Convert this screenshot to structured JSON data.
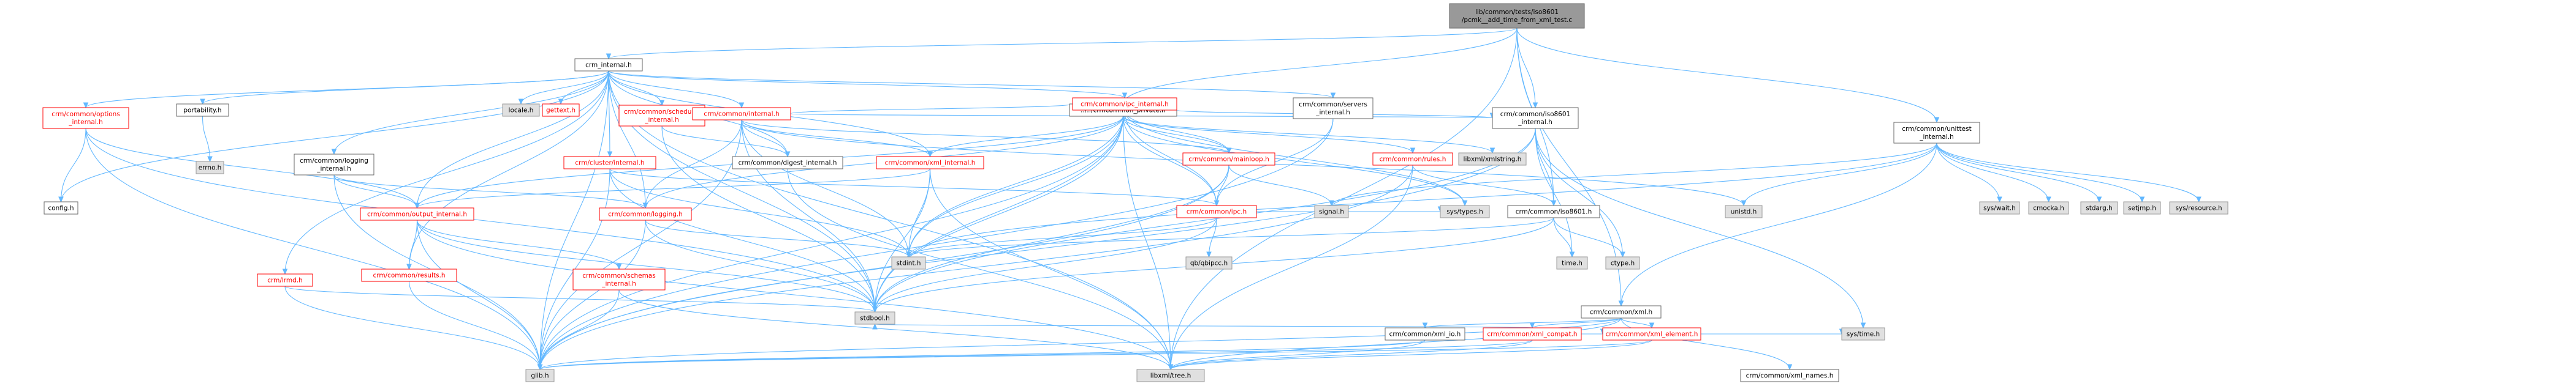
{
  "colors": {
    "root_fill": "#999999",
    "root_stroke": "#666666",
    "normal_fill": "#ffffff",
    "normal_stroke": "#666666",
    "linked_stroke": "#ff0000",
    "linked_text": "#ff0000",
    "system_fill": "#e0e0e0",
    "system_stroke": "#999999",
    "edge": "#63b8ff",
    "text": "#000000"
  },
  "nodes": [
    {
      "id": "root",
      "lines": [
        "lib/common/tests/iso8601",
        "/pcmk__add_time_from_xml_test.c"
      ],
      "kind": "root"
    },
    {
      "id": "crm_internal",
      "lines": [
        "crm_internal.h"
      ],
      "kind": "normal"
    },
    {
      "id": "crmcommon_private",
      "lines": [
        "../../crmcommon_private.h"
      ],
      "kind": "normal"
    },
    {
      "id": "iso8601_internal",
      "lines": [
        "crm/common/iso8601",
        "_internal.h"
      ],
      "kind": "normal"
    },
    {
      "id": "unittest_internal",
      "lines": [
        "crm/common/unittest",
        "_internal.h"
      ],
      "kind": "normal"
    },
    {
      "id": "portability",
      "lines": [
        "portability.h"
      ],
      "kind": "normal"
    },
    {
      "id": "errno",
      "lines": [
        "errno.h"
      ],
      "kind": "system"
    },
    {
      "id": "options_internal",
      "lines": [
        "crm/common/options",
        "_internal.h"
      ],
      "kind": "linked"
    },
    {
      "id": "config",
      "lines": [
        "config.h"
      ],
      "kind": "normal"
    },
    {
      "id": "logging_internal",
      "lines": [
        "crm/common/logging",
        "_internal.h"
      ],
      "kind": "normal"
    },
    {
      "id": "locale",
      "lines": [
        "locale.h"
      ],
      "kind": "system"
    },
    {
      "id": "gettext",
      "lines": [
        "gettext.h"
      ],
      "kind": "linked"
    },
    {
      "id": "scheduler_internal",
      "lines": [
        "crm/common/scheduler",
        "_internal.h"
      ],
      "kind": "linked"
    },
    {
      "id": "common_internal",
      "lines": [
        "crm/common/internal.h"
      ],
      "kind": "linked"
    },
    {
      "id": "ipc_internal",
      "lines": [
        "crm/common/ipc_internal.h"
      ],
      "kind": "linked"
    },
    {
      "id": "servers_internal",
      "lines": [
        "crm/common/servers",
        "_internal.h"
      ],
      "kind": "normal"
    },
    {
      "id": "cluster_internal",
      "lines": [
        "crm/cluster/internal.h"
      ],
      "kind": "linked"
    },
    {
      "id": "digest_internal",
      "lines": [
        "crm/common/digest_internal.h"
      ],
      "kind": "normal"
    },
    {
      "id": "xml_internal",
      "lines": [
        "crm/common/xml_internal.h"
      ],
      "kind": "linked"
    },
    {
      "id": "mainloop",
      "lines": [
        "crm/common/mainloop.h"
      ],
      "kind": "linked"
    },
    {
      "id": "rules",
      "lines": [
        "crm/common/rules.h"
      ],
      "kind": "linked"
    },
    {
      "id": "libxml_xmlstring",
      "lines": [
        "libxml/xmlstring.h"
      ],
      "kind": "system"
    },
    {
      "id": "output_internal",
      "lines": [
        "crm/common/output_internal.h"
      ],
      "kind": "linked"
    },
    {
      "id": "logging",
      "lines": [
        "crm/common/logging.h"
      ],
      "kind": "linked"
    },
    {
      "id": "ipc",
      "lines": [
        "crm/common/ipc.h"
      ],
      "kind": "linked"
    },
    {
      "id": "signal",
      "lines": [
        "signal.h"
      ],
      "kind": "system"
    },
    {
      "id": "sys_types",
      "lines": [
        "sys/types.h"
      ],
      "kind": "system"
    },
    {
      "id": "iso8601",
      "lines": [
        "crm/common/iso8601.h"
      ],
      "kind": "normal"
    },
    {
      "id": "unistd",
      "lines": [
        "unistd.h"
      ],
      "kind": "system"
    },
    {
      "id": "sys_wait",
      "lines": [
        "sys/wait.h"
      ],
      "kind": "system"
    },
    {
      "id": "cmocka",
      "lines": [
        "cmocka.h"
      ],
      "kind": "system"
    },
    {
      "id": "stdarg",
      "lines": [
        "stdarg.h"
      ],
      "kind": "system"
    },
    {
      "id": "setjmp",
      "lines": [
        "setjmp.h"
      ],
      "kind": "system"
    },
    {
      "id": "sys_resource",
      "lines": [
        "sys/resource.h"
      ],
      "kind": "system"
    },
    {
      "id": "lrmd",
      "lines": [
        "crm/lrmd.h"
      ],
      "kind": "linked"
    },
    {
      "id": "results",
      "lines": [
        "crm/common/results.h"
      ],
      "kind": "linked"
    },
    {
      "id": "schemas_internal",
      "lines": [
        "crm/common/schemas",
        "_internal.h"
      ],
      "kind": "linked"
    },
    {
      "id": "stdint",
      "lines": [
        "stdint.h"
      ],
      "kind": "system"
    },
    {
      "id": "qb_ipcc",
      "lines": [
        "qb/qbipcc.h"
      ],
      "kind": "system"
    },
    {
      "id": "time",
      "lines": [
        "time.h"
      ],
      "kind": "system"
    },
    {
      "id": "ctype",
      "lines": [
        "ctype.h"
      ],
      "kind": "system"
    },
    {
      "id": "xml",
      "lines": [
        "crm/common/xml.h"
      ],
      "kind": "normal"
    },
    {
      "id": "stdbool",
      "lines": [
        "stdbool.h"
      ],
      "kind": "system"
    },
    {
      "id": "xml_io",
      "lines": [
        "crm/common/xml_io.h"
      ],
      "kind": "normal"
    },
    {
      "id": "xml_compat",
      "lines": [
        "crm/common/xml_compat.h"
      ],
      "kind": "linked"
    },
    {
      "id": "xml_element",
      "lines": [
        "crm/common/xml_element.h"
      ],
      "kind": "linked"
    },
    {
      "id": "glib",
      "lines": [
        "glib.h"
      ],
      "kind": "system"
    },
    {
      "id": "libxml_tree",
      "lines": [
        "libxml/tree.h"
      ],
      "kind": "system"
    },
    {
      "id": "xml_names",
      "lines": [
        "crm/common/xml_names.h"
      ],
      "kind": "normal"
    },
    {
      "id": "sys_time",
      "lines": [
        "sys/time.h"
      ],
      "kind": "system"
    }
  ],
  "edges": [
    [
      "root",
      "crm_internal"
    ],
    [
      "root",
      "crmcommon_private"
    ],
    [
      "root",
      "iso8601_internal"
    ],
    [
      "root",
      "unittest_internal"
    ],
    [
      "root",
      "libxml_tree"
    ],
    [
      "root",
      "xml"
    ],
    [
      "root",
      "iso8601"
    ],
    [
      "crm_internal",
      "config"
    ],
    [
      "crm_internal",
      "glib"
    ],
    [
      "crm_internal",
      "stdbool"
    ],
    [
      "crm_internal",
      "libxml_tree"
    ],
    [
      "crm_internal",
      "portability"
    ],
    [
      "crm_internal",
      "options_internal"
    ],
    [
      "crm_internal",
      "logging_internal"
    ],
    [
      "crm_internal",
      "locale"
    ],
    [
      "crm_internal",
      "gettext"
    ],
    [
      "crm_internal",
      "scheduler_internal"
    ],
    [
      "crm_internal",
      "common_internal"
    ],
    [
      "crm_internal",
      "ipc_internal"
    ],
    [
      "crm_internal",
      "servers_internal"
    ],
    [
      "crm_internal",
      "cluster_internal"
    ],
    [
      "crm_internal",
      "digest_internal"
    ],
    [
      "crm_internal",
      "xml_internal"
    ],
    [
      "crm_internal",
      "output_internal"
    ],
    [
      "crm_internal",
      "logging"
    ],
    [
      "crm_internal",
      "lrmd"
    ],
    [
      "crm_internal",
      "results"
    ],
    [
      "portability",
      "errno"
    ],
    [
      "options_internal",
      "config"
    ],
    [
      "options_internal",
      "glib"
    ],
    [
      "options_internal",
      "output_internal"
    ],
    [
      "options_internal",
      "stdbool"
    ],
    [
      "logging_internal",
      "glib"
    ],
    [
      "logging_internal",
      "logging"
    ],
    [
      "logging_internal",
      "output_internal"
    ],
    [
      "scheduler_internal",
      "digest_internal"
    ],
    [
      "scheduler_internal",
      "stdbool"
    ],
    [
      "common_internal",
      "unistd"
    ],
    [
      "common_internal",
      "glib"
    ],
    [
      "common_internal",
      "stdbool"
    ],
    [
      "common_internal",
      "stdint"
    ],
    [
      "common_internal",
      "mainloop"
    ],
    [
      "common_internal",
      "logging"
    ],
    [
      "common_internal",
      "ipc_internal"
    ],
    [
      "common_internal",
      "iso8601_internal"
    ],
    [
      "common_internal",
      "xml_internal"
    ],
    [
      "common_internal",
      "digest_internal"
    ],
    [
      "ipc_internal",
      "stdbool"
    ],
    [
      "ipc_internal",
      "stdint"
    ],
    [
      "ipc_internal",
      "sys_types"
    ],
    [
      "ipc_internal",
      "ipc"
    ],
    [
      "ipc_internal",
      "mainloop"
    ],
    [
      "servers_internal",
      "glib"
    ],
    [
      "servers_internal",
      "ipc"
    ],
    [
      "cluster_internal",
      "stdbool"
    ],
    [
      "cluster_internal",
      "stdint"
    ],
    [
      "cluster_internal",
      "glib"
    ],
    [
      "cluster_internal",
      "ipc"
    ],
    [
      "digest_internal",
      "libxml_tree"
    ],
    [
      "xml_internal",
      "stdio"
    ],
    [
      "xml_internal",
      "stdint"
    ],
    [
      "xml_internal",
      "output_internal"
    ],
    [
      "xml_internal",
      "libxml_tree"
    ],
    [
      "xml_internal",
      "stdbool"
    ],
    [
      "mainloop",
      "signal"
    ],
    [
      "mainloop",
      "ipc"
    ],
    [
      "mainloop",
      "glib"
    ],
    [
      "mainloop",
      "stdbool"
    ],
    [
      "rules",
      "glib"
    ],
    [
      "rules",
      "libxml_tree"
    ],
    [
      "rules",
      "iso8601"
    ],
    [
      "output_internal",
      "stdio"
    ],
    [
      "output_internal",
      "glib"
    ],
    [
      "output_internal",
      "libxml_tree"
    ],
    [
      "output_internal",
      "results"
    ],
    [
      "output_internal",
      "schemas_internal"
    ],
    [
      "output_internal",
      "stdbool"
    ],
    [
      "logging",
      "glib"
    ],
    [
      "logging",
      "stdint"
    ],
    [
      "logging",
      "stdio"
    ],
    [
      "logging",
      "stdbool"
    ],
    [
      "ipc",
      "sys_types"
    ],
    [
      "ipc",
      "qb_ipcc"
    ],
    [
      "ipc",
      "stdint"
    ],
    [
      "ipc",
      "stdbool"
    ],
    [
      "iso8601",
      "time"
    ],
    [
      "iso8601",
      "ctype"
    ],
    [
      "iso8601",
      "stdint"
    ],
    [
      "iso8601",
      "stdbool"
    ],
    [
      "crmcommon_private",
      "stdint"
    ],
    [
      "crmcommon_private",
      "stdbool"
    ],
    [
      "crmcommon_private",
      "glib"
    ],
    [
      "crmcommon_private",
      "libxml_tree"
    ],
    [
      "crmcommon_private",
      "libxml_xmlstring"
    ],
    [
      "crmcommon_private",
      "mainloop"
    ],
    [
      "crmcommon_private",
      "ipc"
    ],
    [
      "crmcommon_private",
      "rules"
    ],
    [
      "crmcommon_private",
      "iso8601_internal"
    ],
    [
      "crmcommon_private",
      "xml_internal"
    ],
    [
      "crmcommon_private",
      "output_internal"
    ],
    [
      "crmcommon_private",
      "logging"
    ],
    [
      "crmcommon_private",
      "sys_types"
    ],
    [
      "iso8601_internal",
      "time"
    ],
    [
      "iso8601_internal",
      "sys_time"
    ],
    [
      "iso8601_internal",
      "ctype"
    ],
    [
      "iso8601_internal",
      "glib"
    ],
    [
      "iso8601_internal",
      "stdbool"
    ],
    [
      "iso8601_internal",
      "iso8601"
    ],
    [
      "unittest_internal",
      "signal"
    ],
    [
      "unittest_internal",
      "stdint"
    ],
    [
      "unittest_internal",
      "stdarg"
    ],
    [
      "unittest_internal",
      "setjmp"
    ],
    [
      "unittest_internal",
      "sys_resource"
    ],
    [
      "unittest_internal",
      "sys_wait"
    ],
    [
      "unittest_internal",
      "unistd"
    ],
    [
      "unittest_internal",
      "cmocka"
    ],
    [
      "unittest_internal",
      "xml"
    ],
    [
      "lrmd",
      "glib"
    ],
    [
      "lrmd",
      "stdbool"
    ],
    [
      "results",
      "glib"
    ],
    [
      "schemas_internal",
      "glib"
    ],
    [
      "schemas_internal",
      "libxml_tree"
    ],
    [
      "xml",
      "stdio"
    ],
    [
      "xml",
      "glib"
    ],
    [
      "xml",
      "libxml_tree"
    ],
    [
      "xml",
      "xml_io"
    ],
    [
      "xml",
      "xml_compat"
    ],
    [
      "xml",
      "xml_element"
    ],
    [
      "xml",
      "xml_names"
    ],
    [
      "xml_io",
      "glib"
    ],
    [
      "xml_io",
      "libxml_tree"
    ],
    [
      "xml_compat",
      "glib"
    ],
    [
      "xml_compat",
      "libxml_tree"
    ],
    [
      "xml_compat",
      "xml_element"
    ],
    [
      "xml_compat",
      "stdbool"
    ],
    [
      "xml_element",
      "sys_time"
    ],
    [
      "xml_element",
      "glib"
    ],
    [
      "xml_element",
      "libxml_tree"
    ]
  ]
}
